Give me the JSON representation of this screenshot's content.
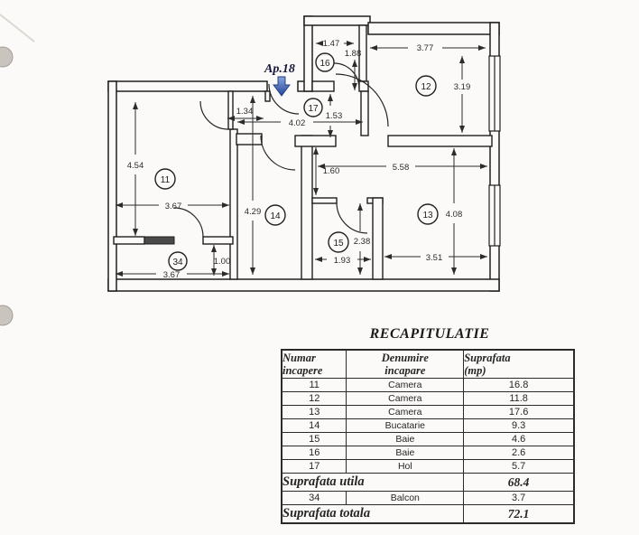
{
  "plan": {
    "apartment_label": "Ap.18",
    "arrow_color": "#3b5cac",
    "room_markers": {
      "r11": "11",
      "r12": "12",
      "r13": "13",
      "r14": "14",
      "r15": "15",
      "r16": "16",
      "r17": "17",
      "r34": "34"
    },
    "dims": {
      "d147": "1.47",
      "d188": "1.88",
      "d377": "3.77",
      "d319": "3.19",
      "d134": "1.34",
      "d402": "4.02",
      "d153": "1.53",
      "d160": "1.60",
      "d558": "5.58",
      "d454": "4.54",
      "d367a": "3.67",
      "d429": "4.29",
      "d408": "4.08",
      "d351": "3.51",
      "d238": "2.38",
      "d193": "1.93",
      "d100": "1.00",
      "d367b": "3.67"
    }
  },
  "table": {
    "title": "RECAPITULATIE",
    "headers": {
      "c1": "Numar\nincapere",
      "c2": "Denumire\nincapare",
      "c3": "Suprafata\n(mp)"
    },
    "rows": [
      {
        "num": "11",
        "name": "Camera",
        "area": "16.8"
      },
      {
        "num": "12",
        "name": "Camera",
        "area": "11.8"
      },
      {
        "num": "13",
        "name": "Camera",
        "area": "17.6"
      },
      {
        "num": "14",
        "name": "Bucatarie",
        "area": "9.3"
      },
      {
        "num": "15",
        "name": "Baie",
        "area": "4.6"
      },
      {
        "num": "16",
        "name": "Baie",
        "area": "2.6"
      },
      {
        "num": "17",
        "name": "Hol",
        "area": "5.7"
      }
    ],
    "summary_utila": {
      "label": "Suprafata utila",
      "value": "68.4"
    },
    "balcony_row": {
      "num": "34",
      "name": "Balcon",
      "area": "3.7"
    },
    "summary_totala": {
      "label": "Suprafata totala",
      "value": "72.1"
    }
  }
}
